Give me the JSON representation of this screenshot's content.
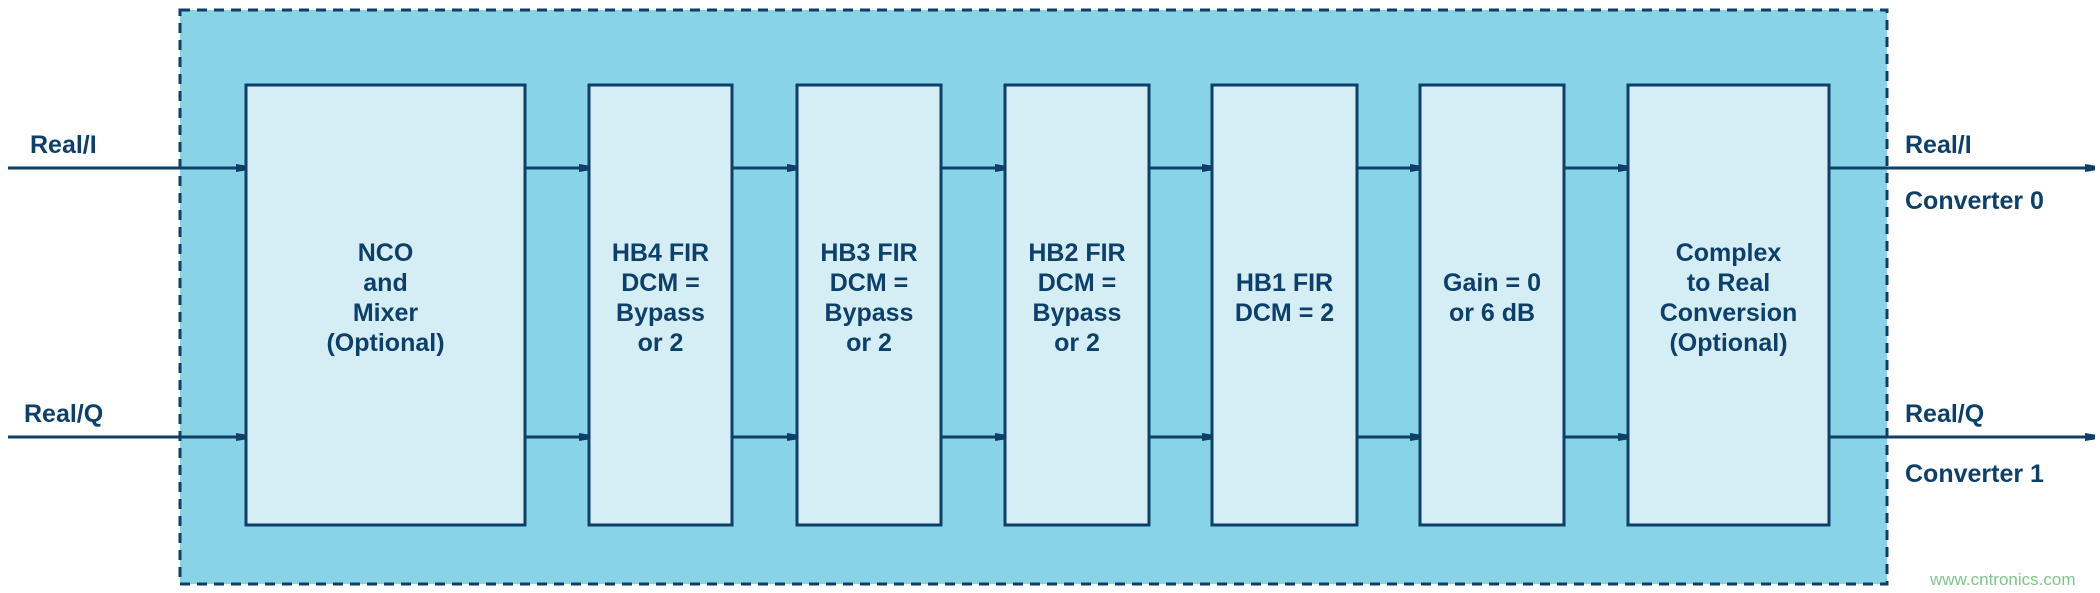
{
  "colors": {
    "background": "#89d3e6",
    "block_fill": "#d5edf5",
    "stroke": "#0d3f69",
    "watermark": "#7fc58a"
  },
  "inputs": {
    "top": "Real/I",
    "bottom": "Real/Q"
  },
  "outputs": {
    "top_label": "Real/I",
    "top_sub": "Converter 0",
    "bottom_label": "Real/Q",
    "bottom_sub": "Converter 1"
  },
  "blocks": [
    {
      "lines": [
        "NCO",
        "and",
        "Mixer",
        "(Optional)"
      ]
    },
    {
      "lines": [
        "HB4 FIR",
        "DCM =",
        "Bypass",
        "or 2"
      ]
    },
    {
      "lines": [
        "HB3 FIR",
        "DCM =",
        "Bypass",
        "or 2"
      ]
    },
    {
      "lines": [
        "HB2 FIR",
        "DCM =",
        "Bypass",
        "or 2"
      ]
    },
    {
      "lines": [
        "HB1 FIR",
        "DCM = 2"
      ]
    },
    {
      "lines": [
        "Gain = 0",
        "or 6 dB"
      ]
    },
    {
      "lines": [
        "Complex",
        "to Real",
        "Conversion",
        "(Optional)"
      ]
    }
  ],
  "watermark": "www.cntronics.com"
}
